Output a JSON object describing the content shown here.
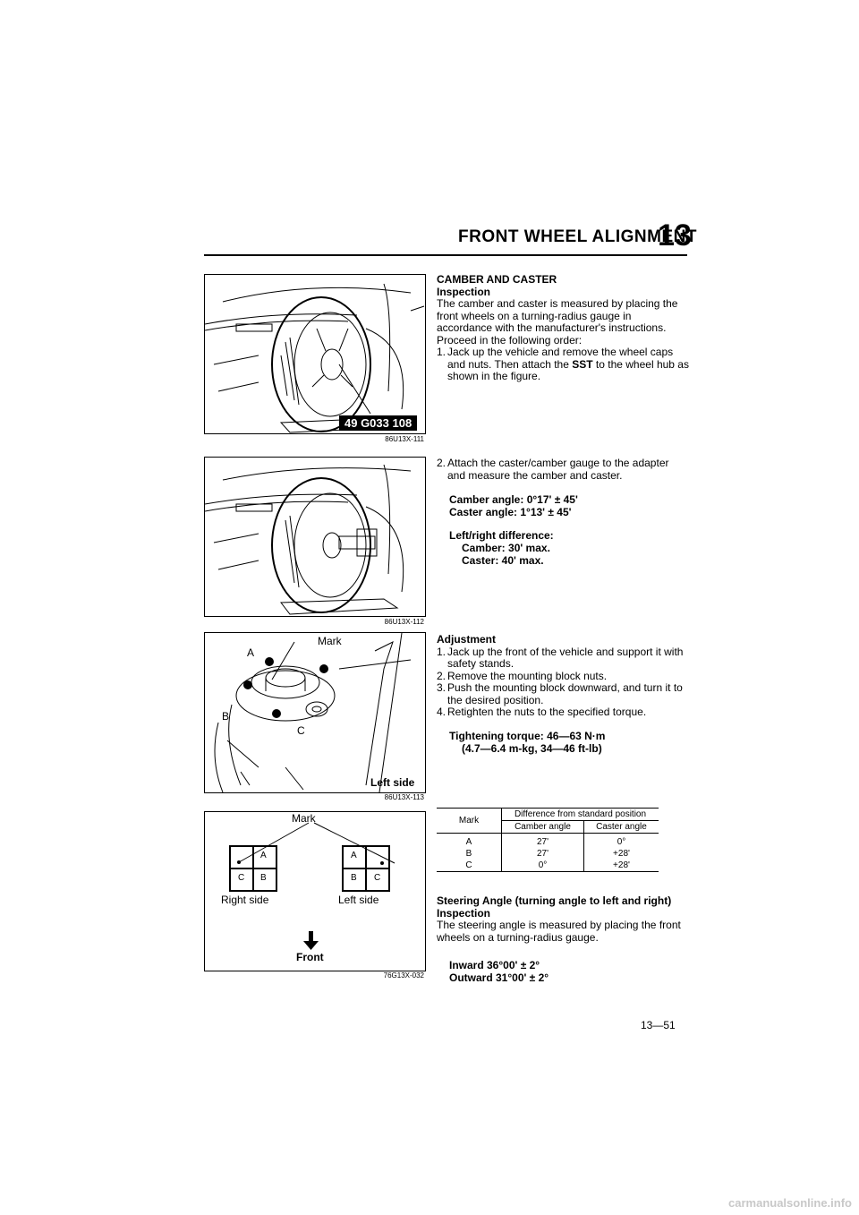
{
  "header": {
    "title": "FRONT WHEEL ALIGNMENT",
    "section_num": "13"
  },
  "figures": {
    "fig1": {
      "code": "86U13X-111",
      "sst_label": "49 G033 108"
    },
    "fig2": {
      "code": "86U13X-112"
    },
    "fig3": {
      "code": "86U13X-113",
      "label_mark": "Mark",
      "label_a": "A",
      "label_b": "B",
      "label_c": "C",
      "label_side": "Left side"
    },
    "fig4": {
      "code": "76G13X-032",
      "label_mark": "Mark",
      "right_side": "Right side",
      "left_side": "Left side",
      "front": "Front",
      "cell_a": "A",
      "cell_b": "B",
      "cell_c": "C"
    }
  },
  "sec1": {
    "heading": "CAMBER AND CASTER",
    "subheading": "Inspection",
    "para": "The camber and caster is measured by placing the front wheels on a turning-radius gauge in accordance with the manufacturer's instructions.",
    "order": "Proceed in the following order:",
    "step1_num": "1.",
    "step1_a": "Jack up the vehicle and remove the wheel caps and nuts. Then attach the ",
    "step1_sst": "SST",
    "step1_b": " to the wheel hub as shown in the figure."
  },
  "sec2": {
    "step2_num": "2.",
    "step2": "Attach the caster/camber gauge to the adapter and measure the camber and caster.",
    "camber": "Camber angle: 0°17' ± 45'",
    "caster": "Caster angle: 1°13' ± 45'",
    "diff_heading": "Left/right difference:",
    "diff_camber": "Camber: 30' max.",
    "diff_caster": "Caster: 40' max."
  },
  "sec3": {
    "heading": "Adjustment",
    "s1_num": "1.",
    "s1": "Jack up the front of the vehicle and support it with safety stands.",
    "s2_num": "2.",
    "s2": "Remove the mounting block nuts.",
    "s3_num": "3.",
    "s3": "Push the mounting block downward, and turn it to the desired position.",
    "s4_num": "4.",
    "s4": "Retighten the nuts to the specified torque.",
    "torque1": "Tightening torque: 46—63 N·m",
    "torque2": "(4.7—6.4 m-kg, 34—46 ft-lb)"
  },
  "table": {
    "col_mark": "Mark",
    "col_group": "Difference from standard position",
    "col_camber": "Camber angle",
    "col_caster": "Caster angle",
    "rows": [
      {
        "mark": "A",
        "camber": "27'",
        "caster": "0°"
      },
      {
        "mark": "B",
        "camber": "27'",
        "caster": "+28'"
      },
      {
        "mark": "C",
        "camber": "0°",
        "caster": "+28'"
      }
    ]
  },
  "sec4": {
    "heading": "Steering Angle (turning angle to left and right)",
    "subheading": "Inspection",
    "para": "The steering angle is measured by placing the front wheels on a turning-radius gauge.",
    "inward": "Inward 36°00' ± 2°",
    "outward": "Outward 31°00' ± 2°"
  },
  "page_number": "13—51",
  "footer": "carmanualsonline.info"
}
